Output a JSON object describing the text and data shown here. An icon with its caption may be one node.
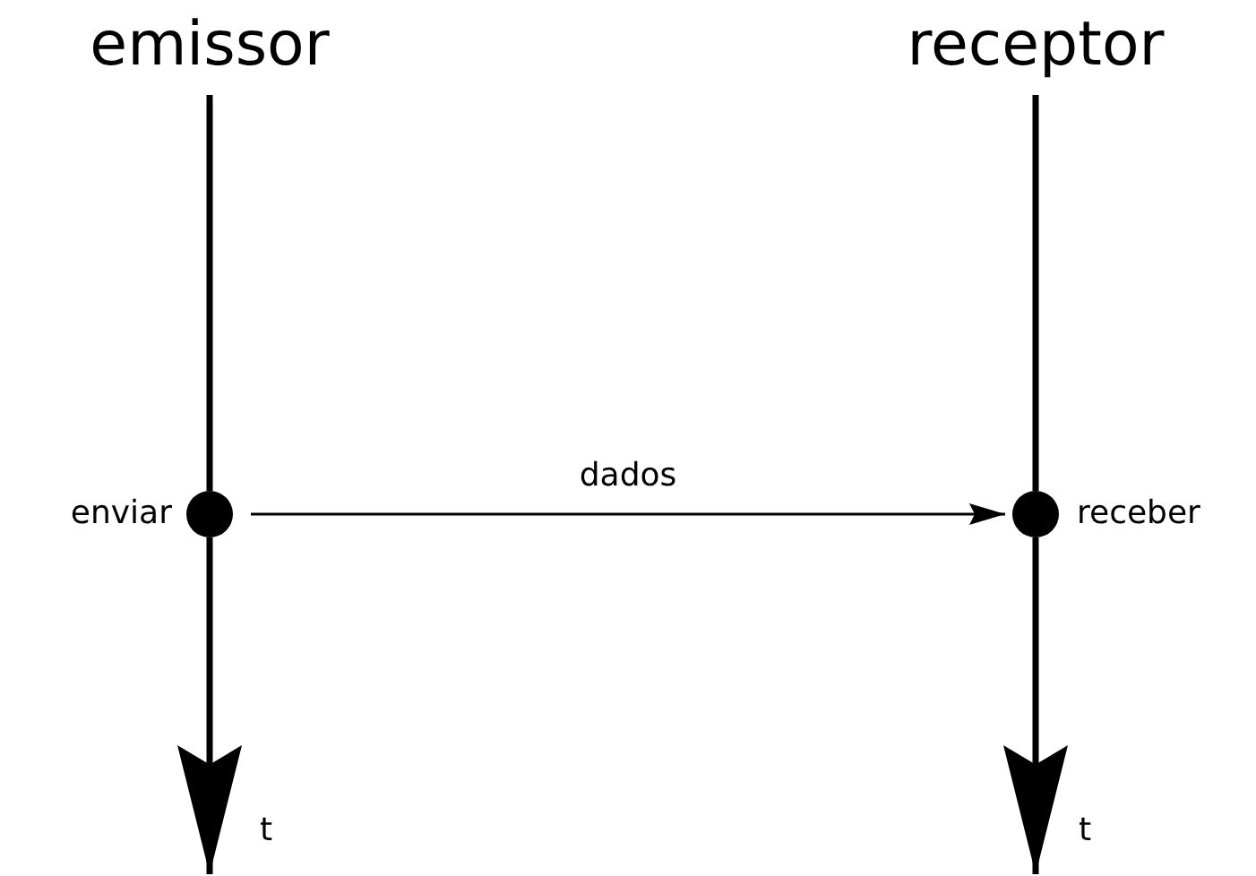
{
  "diagram": {
    "nodes": [
      {
        "text": [
          "emissor"
        ]
      },
      {
        "text": [
          "receptor"
        ]
      },
      {
        "text": [],
        "shape": "circle",
        "beside": [
          "enviar"
        ]
      },
      {
        "text": [],
        "shape": "circle",
        "beside": [
          "receber"
        ]
      }
    ],
    "edges": [
      {
        "from": 0,
        "to": 2,
        "arrow": "none"
      },
      {
        "from": 2,
        "to": null,
        "arrow": "to"
      },
      {
        "from": 1,
        "to": 3,
        "arrow": "none"
      },
      {
        "from": 3,
        "to": null,
        "arrow": "to"
      },
      {
        "from": 2,
        "to": 3,
        "arrow": "to",
        "label": "dados"
      }
    ],
    "labels": [
      "t",
      "t"
    ]
  }
}
